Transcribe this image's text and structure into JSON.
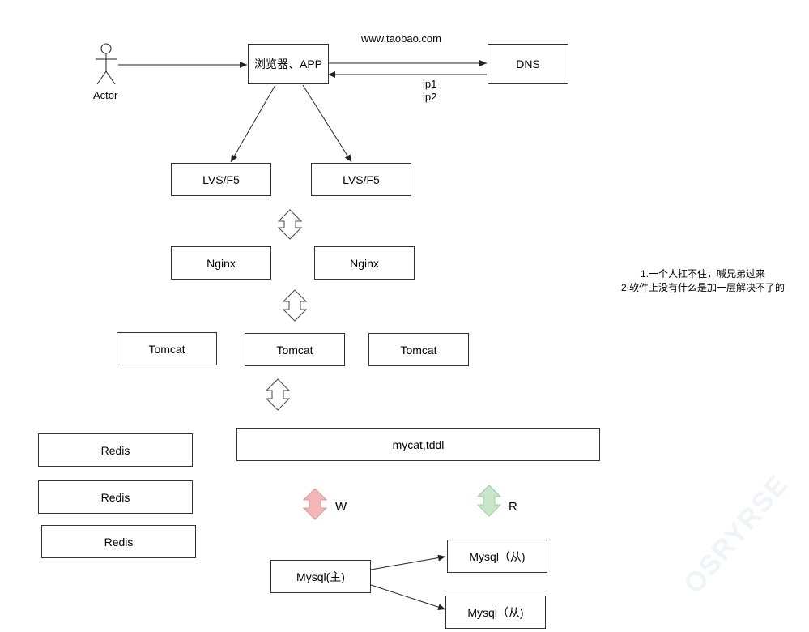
{
  "actor": {
    "label": "Actor"
  },
  "client": {
    "label": "浏览器、APP"
  },
  "dns": {
    "label": "DNS",
    "query_label": "www.taobao.com",
    "reply_lines": [
      "ip1",
      "ip2"
    ]
  },
  "lvs": [
    {
      "label": "LVS/F5"
    },
    {
      "label": "LVS/F5"
    }
  ],
  "nginx": [
    {
      "label": "Nginx"
    },
    {
      "label": "Nginx"
    }
  ],
  "tomcat": [
    {
      "label": "Tomcat"
    },
    {
      "label": "Tomcat"
    },
    {
      "label": "Tomcat"
    }
  ],
  "redis": [
    {
      "label": "Redis"
    },
    {
      "label": "Redis"
    },
    {
      "label": "Redis"
    }
  ],
  "middleware": {
    "label": "mycat,tddl"
  },
  "write_arrow": {
    "label": "W",
    "color": "#f4b6b6"
  },
  "read_arrow": {
    "label": "R",
    "color": "#c8e6c9"
  },
  "mysql_master": {
    "label": "Mysql(主)"
  },
  "mysql_slaves": [
    {
      "label": "Mysql（从)"
    },
    {
      "label": "Mysql（从)"
    }
  ],
  "notes": [
    "1.一个人扛不住，喊兄弟过来",
    "2.软件上没有什么是加一层解决不了的"
  ],
  "watermark": "OSRYRSE"
}
